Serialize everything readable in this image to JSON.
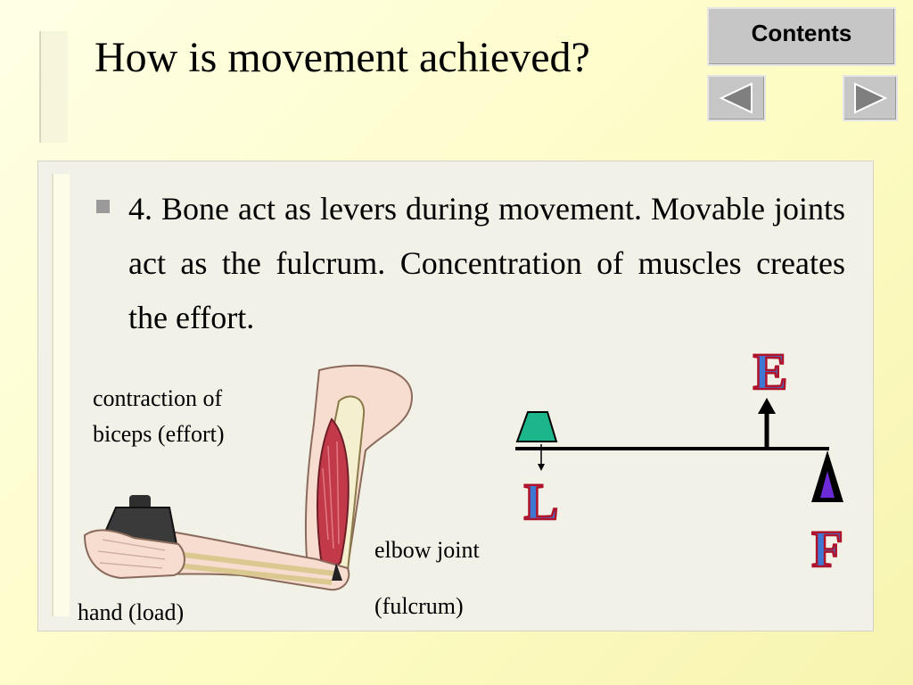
{
  "slide": {
    "title": "How is movement achieved?",
    "body": "4. Bone act as levers during movement. Movable joints act as the fulcrum. Concentration of muscles creates the effort."
  },
  "nav": {
    "contents_label": "Contents",
    "prev_icon": "triangle-left-icon",
    "next_icon": "triangle-right-icon"
  },
  "figure": {
    "caption_biceps": "contraction of biceps (effort)",
    "caption_hand": "hand (load)",
    "caption_elbow": "elbow joint",
    "caption_fulcrum": "(fulcrum)"
  },
  "lever": {
    "effort_letter": "E",
    "load_letter": "L",
    "fulcrum_letter": "F"
  },
  "colors": {
    "load_block": "#1db58a",
    "fulcrum_fill": "#6b2bd6",
    "letter_fill": "#3f78d4",
    "letter_outline": "#b0122a",
    "muscle": "#c23a4a"
  }
}
